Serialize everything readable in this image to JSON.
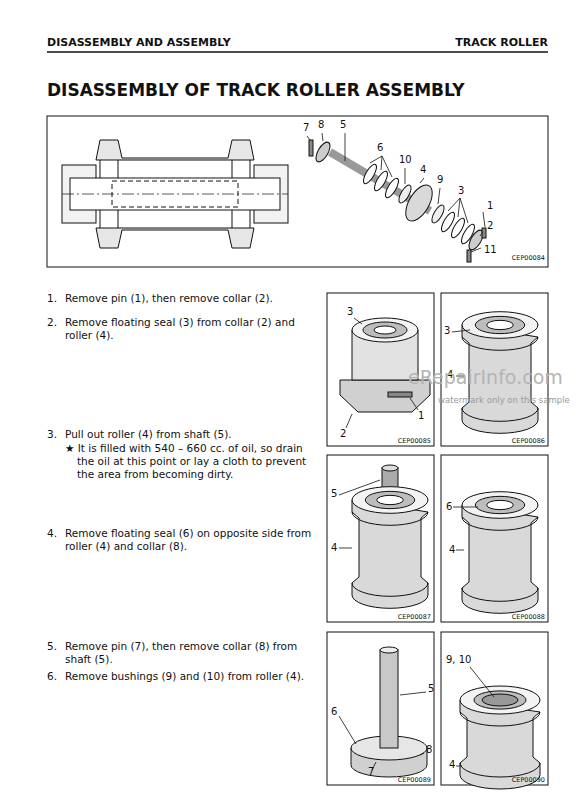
{
  "diagram": {
    "title": "DISASSEMBLY OF TRACK ROLLER ASSEMBLY",
    "labels": [
      "DISASSEMBLY AND ASSEMBLY",
      "TRACK ROLLER",
      "7",
      "8",
      "5",
      "6",
      "10",
      "4",
      "9",
      "3",
      "1",
      "2",
      "11",
      "CEP00084",
      "1.",
      "Remove pin (1), then remove collar (2).",
      "2.",
      "Remove floating seal (3) from collar (2) and roller (4).",
      "3",
      "1",
      "2",
      "CEP00085",
      "3",
      "4",
      "CEP00086",
      "eRepairInfo.com",
      "watermark only on this sample",
      "3.",
      "Pull out roller (4) from shaft (5).",
      "★ It is filled with 540 – 660 cc. of oil, so drain the oil at this point or lay a cloth to prevent the area from becoming dirty.",
      "4.",
      "Remove floating seal (6) on opposite side from roller (4) and collar (8).",
      "5",
      "4",
      "CEP00087",
      "6",
      "4",
      "CEP00088",
      "5.",
      "Remove pin (7), then remove collar (8) from shaft (5).",
      "6.",
      "Remove bushings (9) and (10) from roller (4).",
      "5",
      "6",
      "8",
      "7",
      "CEP00089",
      "9, 10",
      "4",
      "CEP00090"
    ]
  }
}
